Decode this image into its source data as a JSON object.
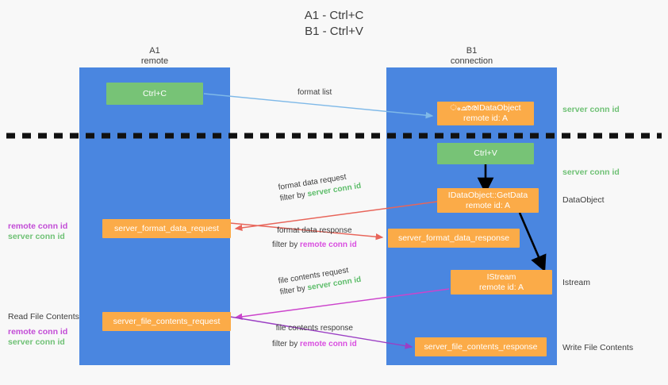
{
  "title": {
    "line1": "A1 - Ctrl+C",
    "line2": "B1 - Ctrl+V"
  },
  "columns": [
    {
      "id": "a1",
      "name": "A1",
      "subtitle": "remote"
    },
    {
      "id": "b1",
      "name": "B1",
      "subtitle": "connection"
    }
  ],
  "colors": {
    "lane": "#4a86e0",
    "green_box": "#77c376",
    "orange_box": "#fbab48",
    "server_conn_id": "#6fc175",
    "remote_conn_id": "#c24bd6",
    "arrow_blue": "#7fb9e8",
    "arrow_red": "#e8655a",
    "arrow_magenta": "#cc44cc",
    "arrow_purple": "#9b3fc4",
    "arrow_black": "#000000",
    "background": "#f8f8f8",
    "text": "#3c3c3c"
  },
  "nodes": [
    {
      "id": "ctrl-c",
      "label": "Ctrl+C",
      "sub": "",
      "style": "green"
    },
    {
      "id": "offer-idataobject",
      "label": "ംഛരIDataObject",
      "sub": "remote id: A",
      "style": "orange"
    },
    {
      "id": "ctrl-v",
      "label": "Ctrl+V",
      "sub": "",
      "style": "green"
    },
    {
      "id": "idataobject-getdata",
      "label": "IDataObject::GetData",
      "sub": "remote id: A",
      "style": "orange"
    },
    {
      "id": "server-format-data-request",
      "label": "server_format_data_request",
      "sub": "",
      "style": "orange"
    },
    {
      "id": "server-format-data-response",
      "label": "server_format_data_response",
      "sub": "",
      "style": "orange"
    },
    {
      "id": "istream",
      "label": "IStream",
      "sub": "remote id: A",
      "style": "orange"
    },
    {
      "id": "server-file-contents-request",
      "label": "server_file_contents_request",
      "sub": "",
      "style": "orange"
    },
    {
      "id": "server-file-contents-response",
      "label": "server_file_contents_response",
      "sub": "",
      "style": "orange"
    }
  ],
  "right_annotations": [
    {
      "id": "server-conn-id-1",
      "text": "server conn id",
      "kind": "green"
    },
    {
      "id": "server-conn-id-2",
      "text": "server conn id",
      "kind": "green"
    },
    {
      "id": "dataobject",
      "text": "DataObject",
      "kind": "plain"
    },
    {
      "id": "istream-label",
      "text": "Istream",
      "kind": "plain"
    },
    {
      "id": "write-file-contents",
      "text": "Write File Contents",
      "kind": "plain"
    }
  ],
  "left_annotations": [
    {
      "id": "remote-conn-id-1",
      "text": "remote conn id",
      "kind": "magenta"
    },
    {
      "id": "server-conn-id-3",
      "text": "server conn id",
      "kind": "green"
    },
    {
      "id": "read-file-contents",
      "text": "Read File Contents",
      "kind": "plain"
    },
    {
      "id": "remote-conn-id-2",
      "text": "remote conn id",
      "kind": "magenta"
    },
    {
      "id": "server-conn-id-4",
      "text": "server conn id",
      "kind": "green"
    }
  ],
  "edges": [
    {
      "id": "format-list",
      "label_line1": "format list",
      "filter_prefix": "",
      "filter_value": "",
      "color": "#7fb9e8"
    },
    {
      "id": "format-data-request",
      "label_line1": "format data request",
      "filter_prefix": "filter by ",
      "filter_value": "server conn id",
      "filter_kind": "green",
      "color": "#e8655a"
    },
    {
      "id": "format-data-response",
      "label_line1": "format data response",
      "filter_prefix": "filter by ",
      "filter_value": "remote conn id",
      "filter_kind": "magenta",
      "color": "#e8655a"
    },
    {
      "id": "file-contents-request",
      "label_line1": "file contents request",
      "filter_prefix": "filter by ",
      "filter_value": "server conn id",
      "filter_kind": "green",
      "color": "#cc44cc"
    },
    {
      "id": "file-contents-response",
      "label_line1": "file contents response",
      "filter_prefix": "filter by ",
      "filter_value": "remote conn id",
      "filter_kind": "magenta",
      "color": "#9b3fc4"
    }
  ]
}
